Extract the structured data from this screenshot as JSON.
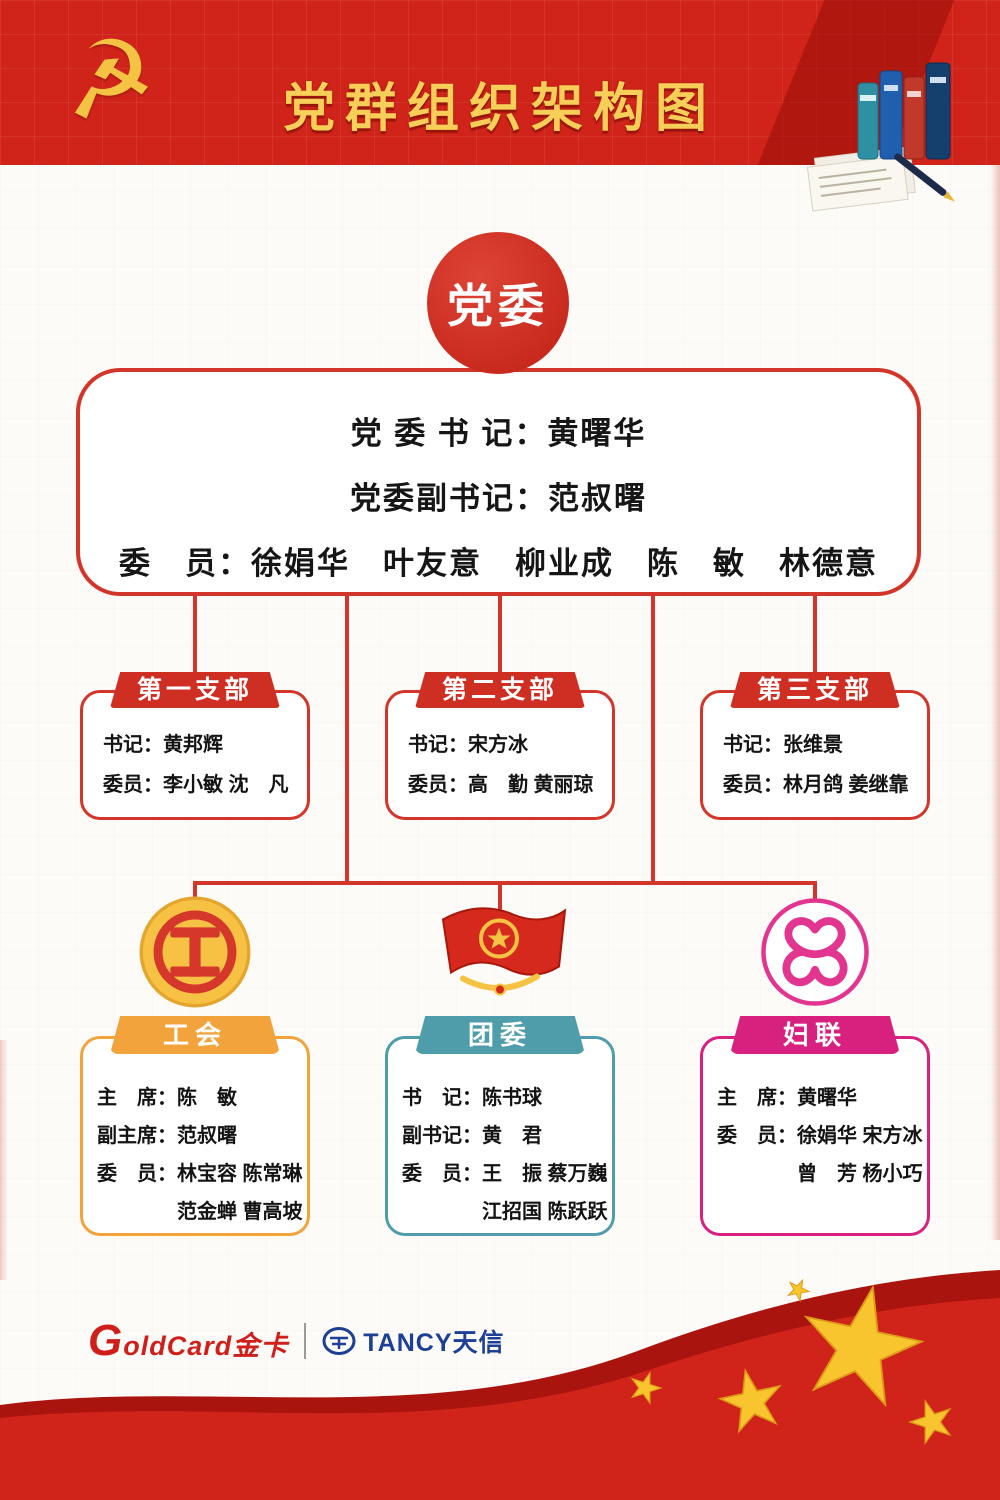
{
  "banner": {
    "title": "党群组织架构图"
  },
  "icons": {
    "party_emblem": "☭"
  },
  "root": {
    "label": "党委",
    "lines": [
      "党 委 书 记：黄曙华",
      "党委副书记：范叔曙",
      "委　员：徐娟华　叶友意　柳业成　陈　敏　林德意"
    ]
  },
  "branches": [
    {
      "title": "第一支部",
      "rows": [
        "书记：黄邦辉",
        "委员：李小敏 沈　凡"
      ]
    },
    {
      "title": "第二支部",
      "rows": [
        "书记：宋方冰",
        "委员：高　勤 黄丽琼"
      ]
    },
    {
      "title": "第三支部",
      "rows": [
        "书记：张维景",
        "委员：林月鸽 姜继靠"
      ]
    }
  ],
  "orgs": [
    {
      "title": "工会",
      "accent": "#f2a33c",
      "rows": [
        "主　席：陈　敏",
        "副主席：范叔曙",
        "委　员：林宝容 陈常琳",
        "　　　　范金蝉 曹高坡"
      ]
    },
    {
      "title": "团委",
      "accent": "#4f9dab",
      "rows": [
        "书　记：陈书球",
        "副书记：黄　君",
        "委　员：王　振 蔡万巍",
        "　　　　江招国 陈跃跃"
      ]
    },
    {
      "title": "妇联",
      "accent": "#d8207f",
      "rows": [
        "主　席：黄曙华",
        "委　员：徐娟华 宋方冰",
        "　　　　曾　芳 杨小巧"
      ]
    }
  ],
  "footer": {
    "goldcard": "GoldCard金卡",
    "tancy": "TANCY天信"
  },
  "colors": {
    "banner_red": "#d0241a",
    "line_red": "#d23529",
    "union_orange": "#f2a33c",
    "league_teal": "#4f9dab",
    "women_magenta": "#d8207f",
    "gold": "#f6c84c"
  }
}
